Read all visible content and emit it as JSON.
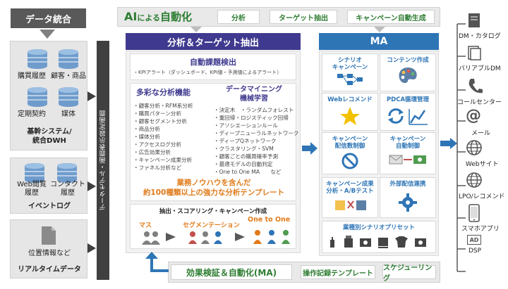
{
  "left": {
    "header": "データ統合",
    "core": {
      "items": [
        "購買履歴",
        "顧客・商品",
        "定期契約",
        "媒体"
      ],
      "label": "基幹システム/\n統合DWH"
    },
    "event": {
      "items": [
        "Web閲覧\n履歴",
        "コンタクト\n履歴"
      ],
      "label": "イベントログ"
    },
    "realtime": {
      "items": [
        "位置情報など"
      ],
      "label": "リアルタイムデータ"
    },
    "vertical_bar": "データモデル・画面表示設定画面"
  },
  "top": {
    "title_ai": "AI",
    "title_yoru": "による",
    "title_auto": "自動化",
    "chips": [
      "分析",
      "ターゲット抽出",
      "キャンペーン自動生成"
    ]
  },
  "analysis": {
    "header": "分析＆ターゲット抽出",
    "auto_task": {
      "title": "自動課題検出",
      "desc": "・KPIアラート（ダッシュボード、KPI値・予測値によるアラート）"
    },
    "multi": {
      "title": "多彩な分析機能",
      "items": [
        "・顧客分析・RFM系分析",
        "・購買パターン分析",
        "・顧客セグメント分析",
        "・商品分析",
        "・媒体分析",
        "・アクセスログ分析",
        "・広告効果分析",
        "・キャンペーン成果分析",
        "・ファネル分析など"
      ]
    },
    "mining": {
      "title": "データマイニング\n機械学習",
      "items": [
        "・決定木　・ランダムフォレスト",
        "・重回帰・ロジスティック回帰",
        "・アソシエーションルール",
        "・ディープニューラルネットワーク",
        "・ディープQネットワーク",
        "・クラスタリング・SVM",
        "・顧客ごとの購買確率予測",
        "・最適モデルの自動判定",
        "・One to One MA　　など"
      ]
    },
    "template_line1": "業務ノウハウを含んだ",
    "template_line2": "約100種類以上の強力な分析テンプレート",
    "extract": {
      "title": "抽出・スコアリング・キャンペーン作成",
      "steps": [
        "マス",
        "セグメンテーション",
        "One to One"
      ]
    }
  },
  "ma": {
    "header": "MA",
    "tiles": [
      "シナリオ\nキャンペーン",
      "コンテンツ作成",
      "Webレコメンド",
      "PDCA循環管理",
      "キャンペーン\n配信数制御",
      "キャンペーン\n自動制御",
      "キャンペーン成果\n分析・A/Bテスト",
      "外部配信連携"
    ],
    "preset": "業種別シナリオプリセット"
  },
  "bottom": {
    "title": "効果検証＆自動化(MA)",
    "chips": [
      "操作記録テンプレート",
      "スケジューリング"
    ]
  },
  "channels": [
    "DM・カタログ",
    "バリアブルDM",
    "コールセンター",
    "メール",
    "Webサイト",
    "LPO/レコメンド",
    "スマホアプリ",
    "DSP"
  ],
  "colors": {
    "purple": "#3f3a8f",
    "blue": "#2e75b6",
    "green": "#2e7d32",
    "orange": "#e07b1a",
    "grey": "#595959"
  }
}
